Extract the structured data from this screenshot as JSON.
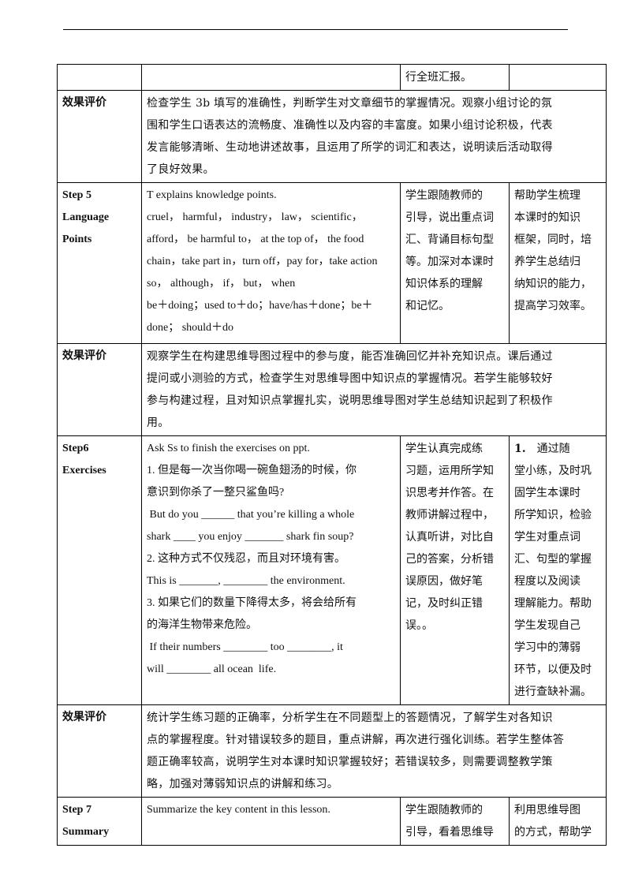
{
  "row_top": {
    "c3": "行全班汇报。"
  },
  "eval1": {
    "label": "效果评价",
    "lines": [
      "检查学生 3b 填写的准确性，判断学生对文章细节的掌握情况。观察小组讨论的氛",
      "围和学生口语表达的流畅度、准确性以及内容的丰富度。如果小组讨论积极，代表",
      "发言能够清晰、生动地讲述故事，且运用了所学的词汇和表达，说明读后活动取得",
      "了良好效果。"
    ]
  },
  "step5": {
    "label": [
      "Step 5",
      "Language",
      "Points"
    ],
    "content": [
      "T explains knowledge points.",
      "cruel， harmful， industry， law， scientific，",
      "afford， be harmful to， at the top of， the food",
      "chain，take part in，turn off，pay for，take action",
      "so， although， if， but， when",
      "be＋doing；used to＋do；have/has＋done；be＋",
      "done； should＋do"
    ],
    "student": [
      "学生跟随教师的",
      "引导，说出重点词",
      "汇、背诵目标句型",
      "等。加深对本课时",
      "知识体系的理解",
      "和记忆。"
    ],
    "purpose": [
      "帮助学生梳理",
      "本课时的知识",
      "框架，同时，培",
      "养学生总结归",
      "纳知识的能力，",
      "提高学习效率。"
    ]
  },
  "eval2": {
    "label": "效果评价",
    "lines": [
      "观察学生在构建思维导图过程中的参与度，能否准确回忆并补充知识点。课后通过",
      "提问或小测验的方式，检查学生对思维导图中知识点的掌握情况。若学生能够较好",
      "参与构建过程，且对知识点掌握扎实，说明思维导图对学生总结知识起到了积极作",
      "用。"
    ]
  },
  "step6": {
    "label": [
      "Step6",
      "Exercises"
    ],
    "content": [
      "Ask Ss to finish the exercises on ppt.",
      "1. 但是每一次当你喝一碗鱼翅汤的时候，你",
      "意识到你杀了一整只鲨鱼吗?",
      " But do you ______ that you’re killing a whole",
      "shark ____ you enjoy _______ shark fin soup?",
      "2. 这种方式不仅残忍，而且对环境有害。",
      "This is _______, ________ the environment.",
      "3. 如果它们的数量下降得太多，将会给所有",
      "的海洋生物带来危险。",
      " If their numbers ________ too ________, it",
      "will ________ all ocean  life."
    ],
    "student": [
      "学生认真完成练",
      "习题，运用所学知",
      "识思考并作答。在",
      "教师讲解过程中，",
      "认真听讲，对比自",
      "己的答案，分析错",
      "误原因，做好笔",
      "记，及时纠正错",
      "误。。"
    ],
    "purpose_num": "1.",
    "purpose": [
      "　通过随",
      "堂小练，及时巩",
      "固学生本课时",
      "所学知识，检验",
      "学生对重点词",
      "汇、句型的掌握",
      "程度以及阅读",
      "理解能力。帮助",
      "学生发现自己",
      "学习中的薄弱",
      "环节，以便及时",
      "进行查缺补漏。"
    ]
  },
  "eval3": {
    "label": "效果评价",
    "lines": [
      "统计学生练习题的正确率，分析学生在不同题型上的答题情况，了解学生对各知识",
      "点的掌握程度。针对错误较多的题目，重点讲解，再次进行强化训练。若学生整体答",
      "题正确率较高，说明学生对本课时知识掌握较好；若错误较多，则需要调整教学策",
      "略，加强对薄弱知识点的讲解和练习。"
    ]
  },
  "step7": {
    "label": [
      "Step 7",
      "Summary"
    ],
    "content": "Summarize the key content in this lesson.",
    "student": [
      "学生跟随教师的",
      "引导，看着思维导"
    ],
    "purpose": [
      "利用思维导图",
      "的方式，帮助学"
    ]
  }
}
